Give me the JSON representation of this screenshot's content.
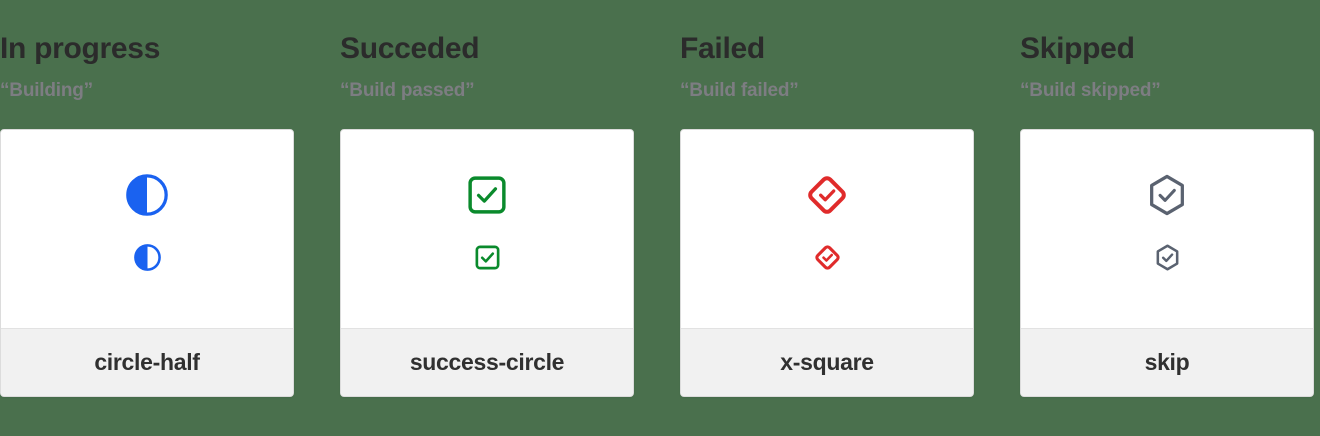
{
  "page": {
    "background_color": "#4a704d",
    "card_background": "#ffffff",
    "card_footer_background": "#f1f1f1",
    "card_border_color": "#dcdcdc"
  },
  "columns": [
    {
      "title": "In progress",
      "subtitle": "“Building”",
      "icon_name": "circle-half",
      "label": "circle-half",
      "color": "#1a62f0",
      "icon_kind": "circle-half"
    },
    {
      "title": "Succeded",
      "subtitle": "“Build passed”",
      "icon_name": "success-circle",
      "label": "success-circle",
      "color": "#0a8a2c",
      "icon_kind": "square-check"
    },
    {
      "title": "Failed",
      "subtitle": "“Build failed”",
      "icon_name": "x-square",
      "label": "x-square",
      "color": "#e02b2b",
      "icon_kind": "diamond-check"
    },
    {
      "title": "Skipped",
      "subtitle": "“Build skipped”",
      "icon_name": "skip",
      "label": "skip",
      "color": "#5a6270",
      "icon_kind": "hexagon-check"
    }
  ]
}
